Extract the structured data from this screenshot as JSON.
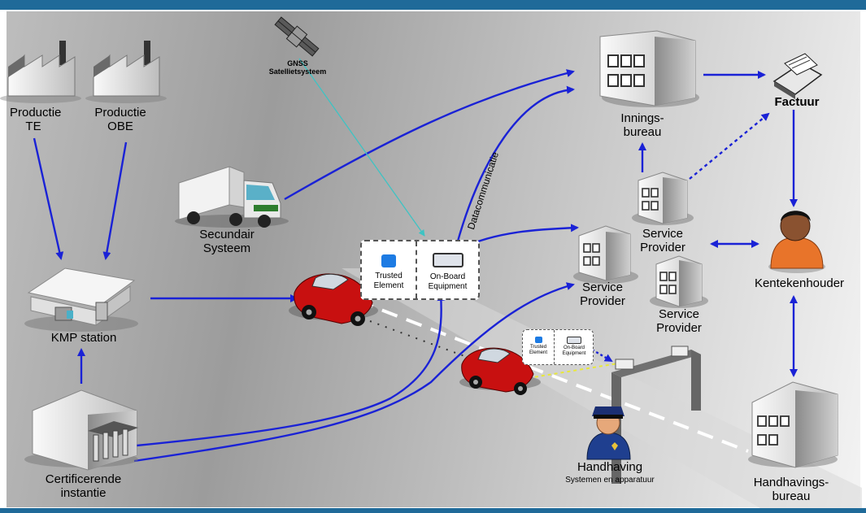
{
  "labels": {
    "productie_te": "Productie\nTE",
    "productie_obe": "Productie\nOBE",
    "gnss": "GNSS\nSatellietsysteem",
    "inningsbureau": "Innings-\nbureau",
    "factuur": "Factuur",
    "secundair": "Secundair\nSysteem",
    "datacommunicatie": "Datacommunicatie",
    "trusted_element": "Trusted\nElement",
    "obe": "On-Board\nEquipment",
    "trusted_element_small": "Trusted\nElement",
    "obe_small": "On-Board\nEquipment",
    "service_provider_1": "Service\nProvider",
    "service_provider_2": "Service\nProvider",
    "service_provider_3": "Service\nProvider",
    "kentekenhouder": "Kentekenhouder",
    "kmp_station": "KMP station",
    "certificerende": "Certificerende\ninstantie",
    "handhaving": "Handhaving",
    "handhaving_sub": "Systemen en apparatuur",
    "handhavingsbureau": "Handhavings-\nbureau"
  },
  "colors": {
    "arrow": "#1a22d6",
    "frame": "#1f6a99",
    "car": "#c81010",
    "gnss_link": "#3ec3c3",
    "dsrc_link": "#e8e83a"
  }
}
